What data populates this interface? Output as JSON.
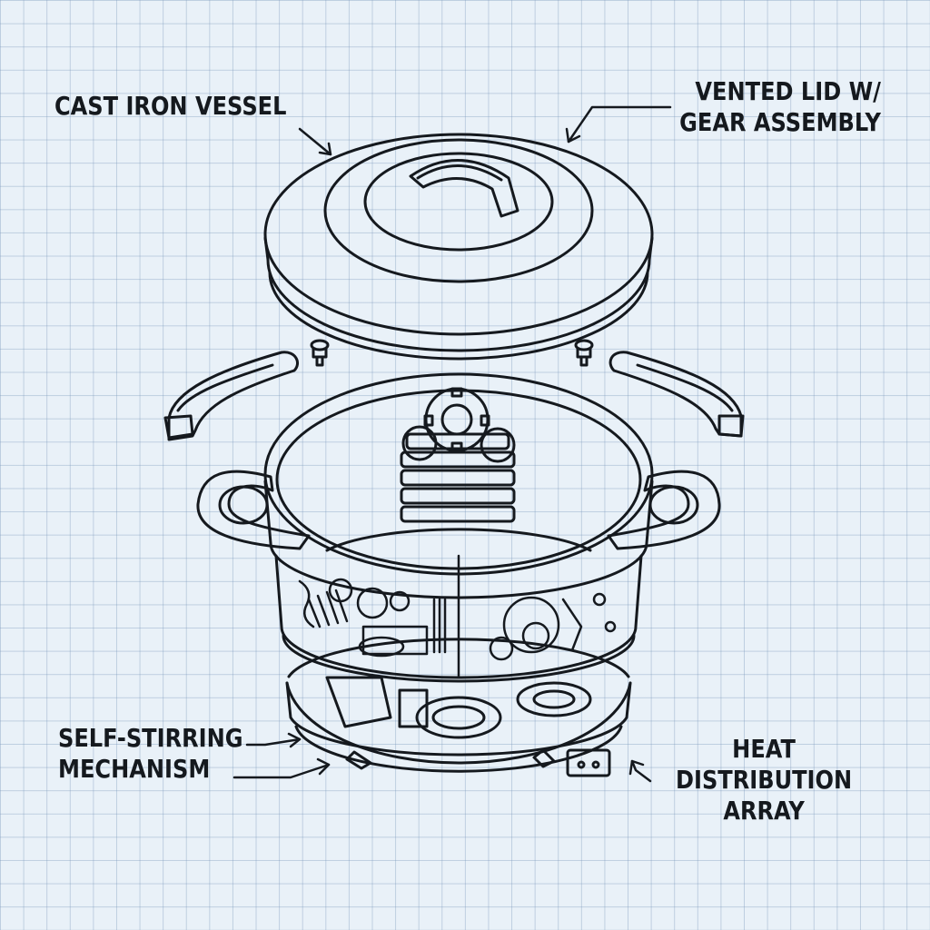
{
  "labels": {
    "cast_iron_vessel": "CAST IRON VESSEL",
    "vented_lid": [
      "VENTED LID W/",
      "GEAR ASSEMBLY"
    ],
    "self_stirring": [
      "SELF-STIRRING",
      "MECHANISM"
    ],
    "heat_distribution": [
      "HEAT",
      "DISTRIBUTION",
      "ARRAY"
    ]
  },
  "colors": {
    "background": "#e9f1f8",
    "grid": "#7896b9",
    "ink": "#15191e"
  }
}
